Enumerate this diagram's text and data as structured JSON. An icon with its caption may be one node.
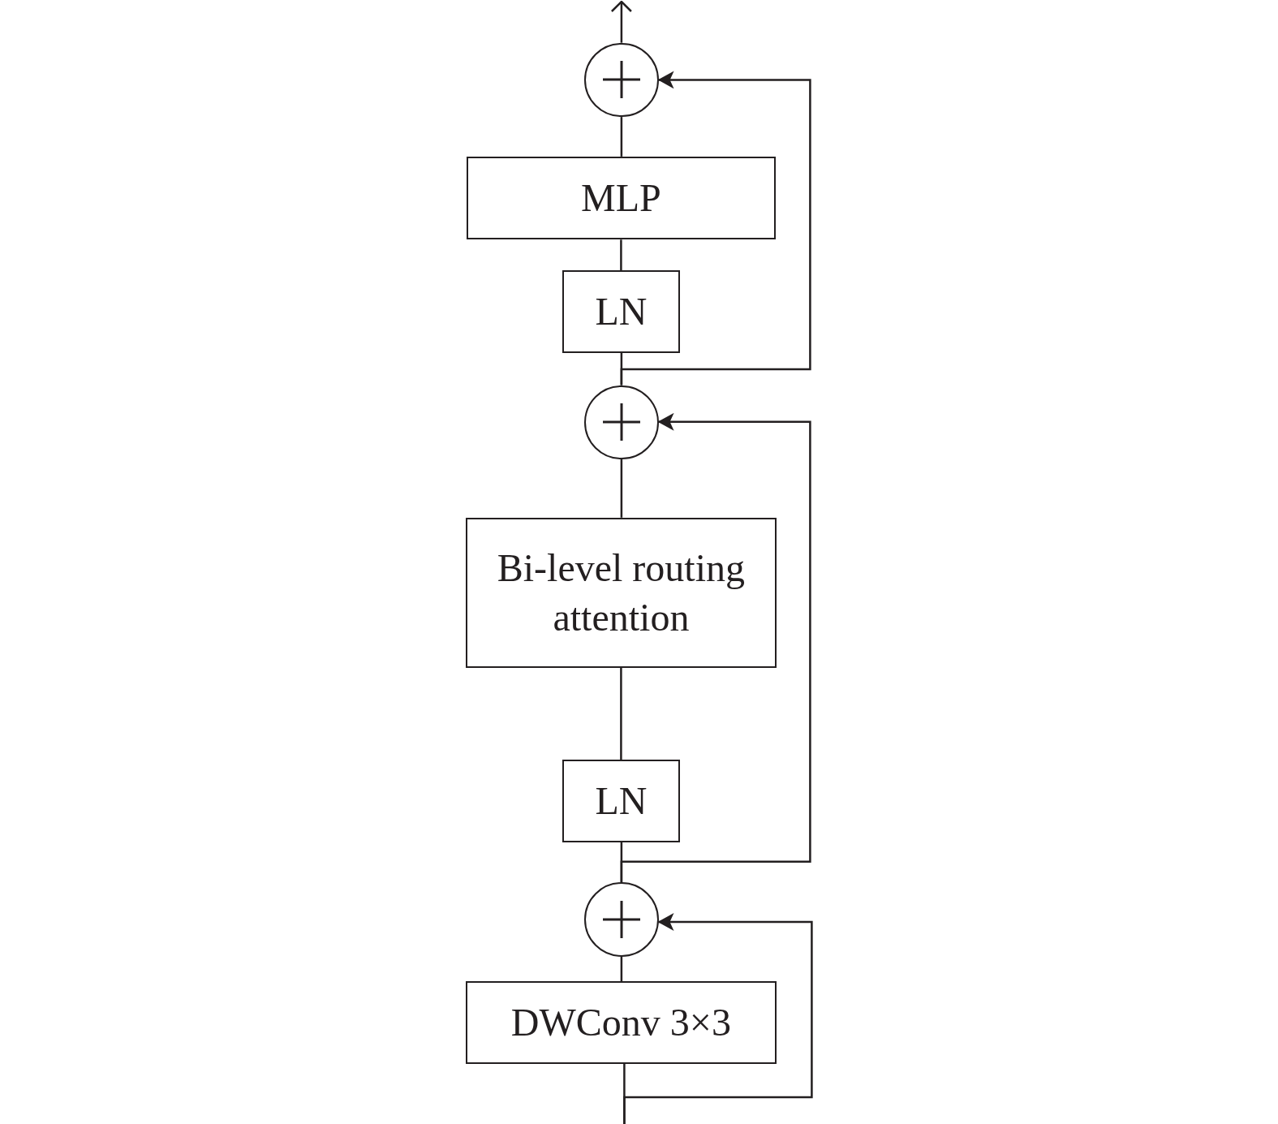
{
  "diagram": {
    "nodes": [
      {
        "text": [],
        "shape": "circle"
      },
      {
        "text": [
          "MLP"
        ]
      },
      {
        "text": [
          "LN"
        ]
      },
      {
        "text": [],
        "shape": "circle"
      },
      {
        "text": [
          "Bi-level routing attention"
        ]
      },
      {
        "text": [
          "LN"
        ]
      },
      {
        "text": [],
        "shape": "circle"
      },
      {
        "text": [
          "DWConv 3×3"
        ]
      }
    ],
    "edges": [
      {
        "from": 0,
        "to": null,
        "arrow": "to"
      },
      {
        "from": 1,
        "to": 0,
        "arrow": "none"
      },
      {
        "from": 2,
        "to": 1,
        "arrow": "none"
      },
      {
        "from": 3,
        "to": 2,
        "arrow": "none"
      },
      {
        "from": 3,
        "to": 0,
        "arrow": "to"
      },
      {
        "from": 4,
        "to": 3,
        "arrow": "none"
      },
      {
        "from": 5,
        "to": 4,
        "arrow": "none"
      },
      {
        "from": 6,
        "to": 5,
        "arrow": "none"
      },
      {
        "from": 6,
        "to": 3,
        "arrow": "to"
      },
      {
        "from": 7,
        "to": 6,
        "arrow": "none"
      },
      {
        "from": null,
        "to": 7,
        "arrow": "none"
      },
      {
        "from": null,
        "to": 6,
        "arrow": "to"
      }
    ]
  }
}
